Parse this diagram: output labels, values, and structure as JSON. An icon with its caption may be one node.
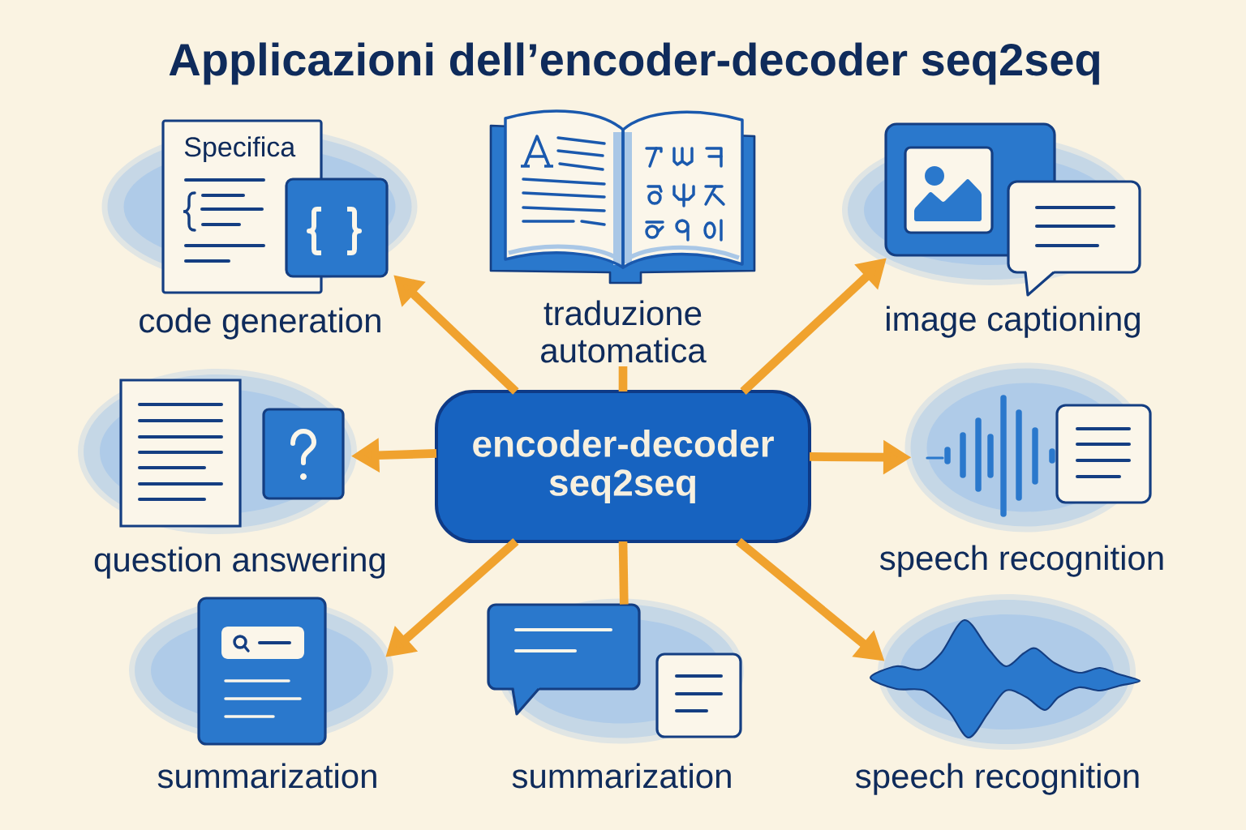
{
  "diagram": {
    "title": "Applicazioni dell’encoder-decoder seq2seq",
    "nodes": [
      {
        "text": [],
        "shape": "picture",
        "beside": [
          "code generation"
        ]
      },
      {
        "text": [],
        "shape": "picture",
        "beside": [
          "traduzione automatica"
        ]
      },
      {
        "text": [],
        "shape": "picture",
        "beside": [
          "image captioning"
        ]
      },
      {
        "text": [],
        "shape": "picture",
        "beside": [
          "question answering"
        ]
      },
      {
        "text": [
          "encoder-decoder seq2seq"
        ]
      },
      {
        "text": [],
        "shape": "picture",
        "beside": [
          "speech recognition"
        ]
      },
      {
        "text": [],
        "shape": "picture",
        "beside": [
          "summarization"
        ]
      },
      {
        "text": [],
        "shape": "picture",
        "beside": [
          "summarization"
        ]
      },
      {
        "text": [],
        "shape": "picture",
        "beside": [
          "speech recognition"
        ]
      }
    ],
    "edges": [
      {
        "from": 4,
        "to": 0,
        "arrow": "to"
      },
      {
        "from": 4,
        "to": 1,
        "arrow": "none"
      },
      {
        "from": 4,
        "to": 2,
        "arrow": "to"
      },
      {
        "from": 4,
        "to": 3,
        "arrow": "to"
      },
      {
        "from": 4,
        "to": 5,
        "arrow": "to"
      },
      {
        "from": 4,
        "to": 6,
        "arrow": "to"
      },
      {
        "from": 4,
        "to": 7,
        "arrow": "none"
      },
      {
        "from": 4,
        "to": 8,
        "arrow": "to"
      }
    ],
    "labels": [
      "Specifica"
    ]
  }
}
